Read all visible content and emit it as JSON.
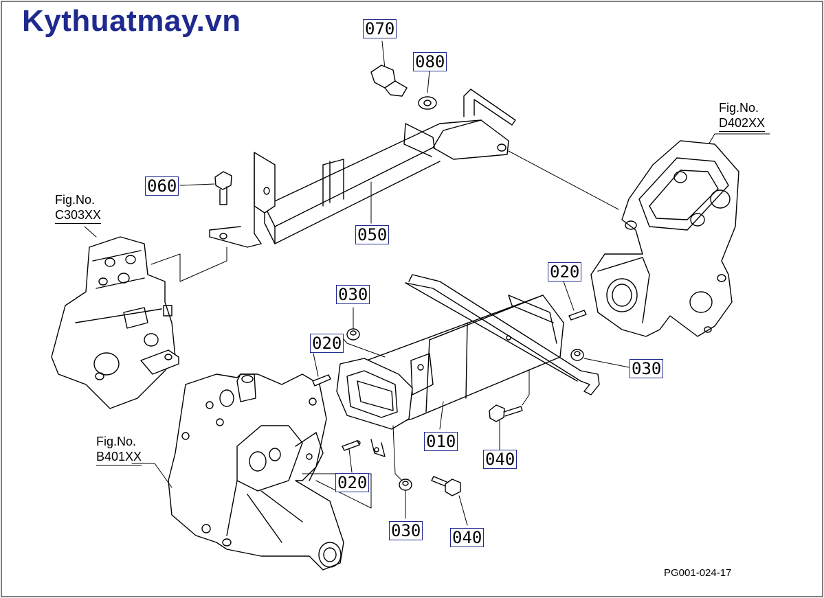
{
  "watermark": "Kythuatmay.vn",
  "drawing_number": "PG001-024-17",
  "parts": {
    "p070": "070",
    "p080": "080",
    "p060": "060",
    "p050": "050",
    "p030a": "030",
    "p020a": "020",
    "p020b": "020",
    "p030b": "030",
    "p010": "010",
    "p040a": "040",
    "p020c": "020",
    "p030c": "030",
    "p040b": "040"
  },
  "figures": {
    "d402": {
      "label": "Fig.No.",
      "code": "D402XX"
    },
    "c303": {
      "label": "Fig.No.",
      "code": "C303XX"
    },
    "b401": {
      "label": "Fig.No.",
      "code": "B401XX"
    }
  }
}
